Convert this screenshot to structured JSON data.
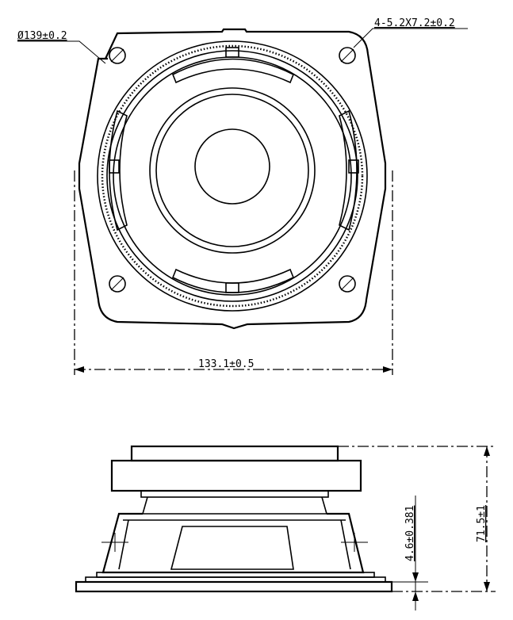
{
  "top_view": {
    "diameter_label": "Ø139±0.2",
    "slots_label": "4-5.2X7.2±0.2",
    "width_label": "133.1±0.5"
  },
  "side_view": {
    "height_label": "71.5±1",
    "flange_label": "4.6±0.381"
  }
}
